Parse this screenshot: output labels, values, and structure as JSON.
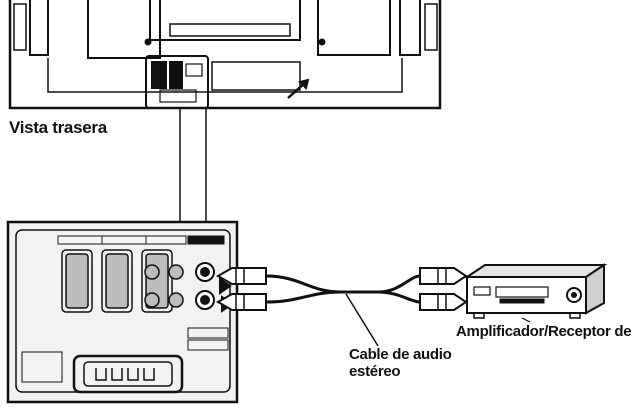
{
  "labels": {
    "rear_view": "Vista trasera",
    "amplifier": "Amplificador/Receptor de AV",
    "cable_line1": "Cable de audio",
    "cable_line2": "estéreo"
  },
  "colors": {
    "line": "#111111",
    "panel_fill": "#f2f2f2",
    "port_fill": "#bdbdbd",
    "device_fill": "#e6e6e6",
    "connector_white": "#ffffff"
  }
}
